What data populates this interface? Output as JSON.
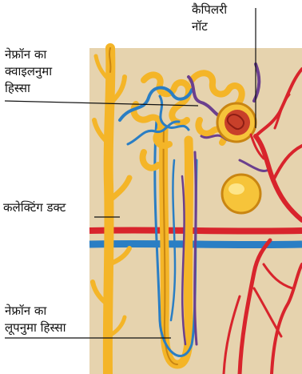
{
  "labels": {
    "coiled_part": {
      "line1": "नेफ्रॉन का",
      "line2": "क्वाइलनुमा",
      "line3": "हिस्सा"
    },
    "capillary_knot": {
      "line1": "कैपिलरी",
      "line2": "नॉट"
    },
    "collecting_duct": "कलेक्टिंग डक्ट",
    "loop_part": {
      "line1": "नेफ्रॉन का",
      "line2": "लूपनुमा हिस्सा"
    }
  },
  "colors": {
    "tissue_bg": "#e6d3ae",
    "duct_yellow": "#f4b528",
    "duct_shadow": "#c98512",
    "vessel_blue": "#2a7ec4",
    "vessel_purple": "#6b3f8e",
    "vessel_red": "#d8242c",
    "glomerulus_red": "#c8402a",
    "capsule_yellow": "#f6c43a"
  }
}
